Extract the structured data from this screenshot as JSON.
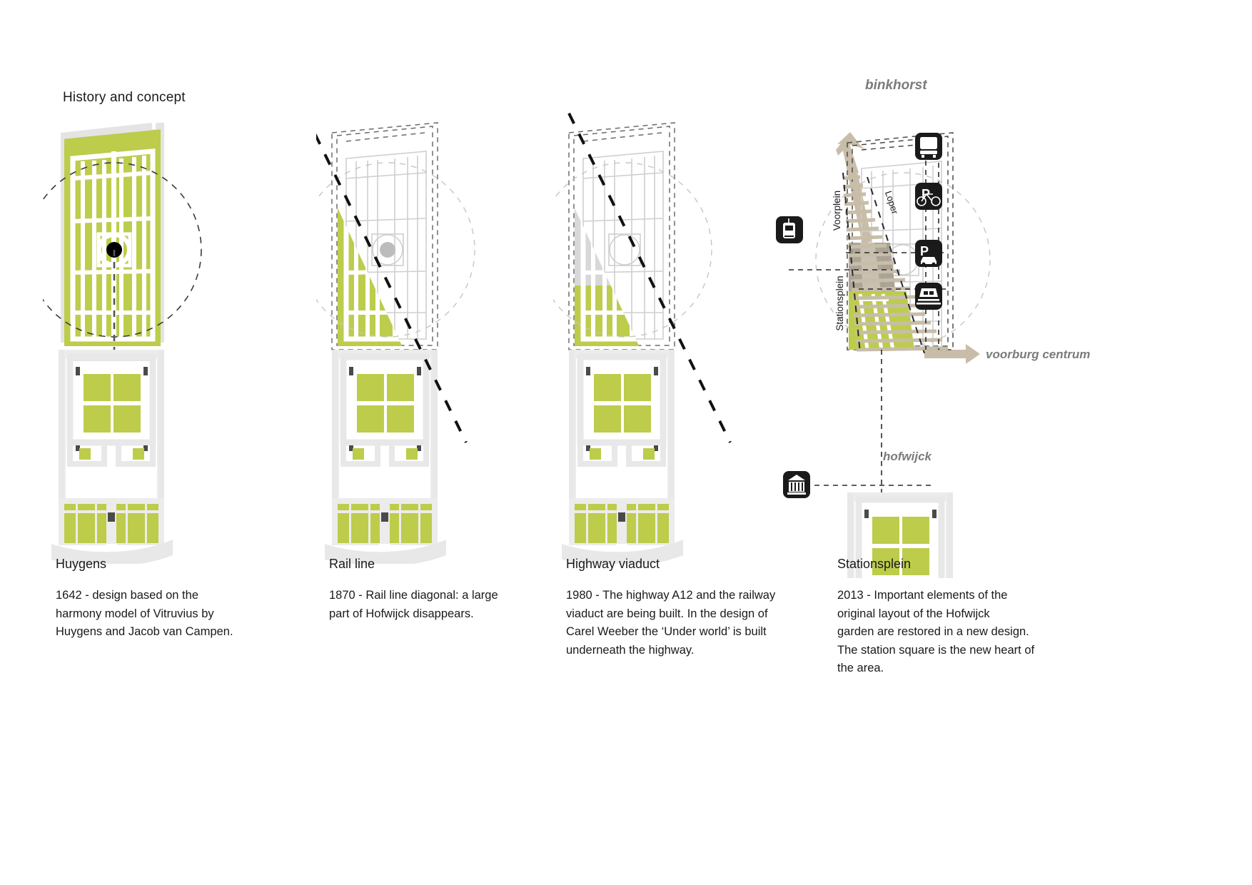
{
  "page": {
    "title": "History and concept",
    "background": "#ffffff",
    "green": "#bdcc4b",
    "grey_fill": "#e8e8e8",
    "mid_grey": "#cfcfcf",
    "dark_grey": "#4a4a4a",
    "taupe": "#c8bda8",
    "taupe_dark": "#9c9383",
    "icon_black": "#1a1a1a",
    "label_grey": "#6e6e6e"
  },
  "panels": [
    {
      "id": "huygens",
      "title": "Huygens",
      "body": "1642 - design based on the harmony model of Vitruvius by Huygens and Jacob van Campen.",
      "body_lines": [
        "1642 - design based on the",
        "harmony model of Vitruvius by",
        "Huygens and Jacob van Campen."
      ],
      "state": "full-garden",
      "diagonal": false
    },
    {
      "id": "rail-line",
      "title": "Rail line",
      "body": "1870 - Rail line diagonal: a large part of Hofwijck disappears.",
      "body_lines": [
        "1870 - Rail line diagonal: a large",
        "part of Hofwijck disappears."
      ],
      "state": "partial-garden",
      "diagonal": true
    },
    {
      "id": "highway-viaduct",
      "title": "Highway viaduct",
      "body": "1980 - The highway A12 and the railway viaduct are being built. In the design of Carel Weeber the 'Under world' is built underneath the highway.",
      "body_lines": [
        "1980 - The highway A12 and the railway",
        "viaduct are being built. In the design of",
        "Carel Weeber the ‘Under world’ is built",
        "underneath the highway."
      ],
      "state": "viaduct",
      "diagonal": true
    },
    {
      "id": "stationsplein",
      "title": "Stationsplein",
      "body": "2013 - Important elements of the original layout of the Hofwijck garden are restored in a new design. The station square is the new heart of the area.",
      "body_lines": [
        "2013 - Important elements of the",
        "original layout of the Hofwijck",
        "garden are restored in a new design.",
        "The station square is the new heart of",
        "the area."
      ],
      "state": "new-design",
      "diagonal": false
    }
  ],
  "map_labels": {
    "binkhorst": "binkhorst",
    "voorburg_centrum": "voorburg centrum",
    "hofwijck": "hofwijck",
    "voorplein": "Voorplein",
    "loper": "Loper",
    "stationsplein": "Stationsplein"
  },
  "icons": [
    {
      "name": "bus-icon",
      "label": "bus"
    },
    {
      "name": "bicycle-parking-icon",
      "label": "P bike"
    },
    {
      "name": "car-parking-icon",
      "label": "P car"
    },
    {
      "name": "train-icon",
      "label": "train"
    },
    {
      "name": "tram-icon",
      "label": "tram"
    },
    {
      "name": "museum-icon",
      "label": "museum"
    }
  ]
}
